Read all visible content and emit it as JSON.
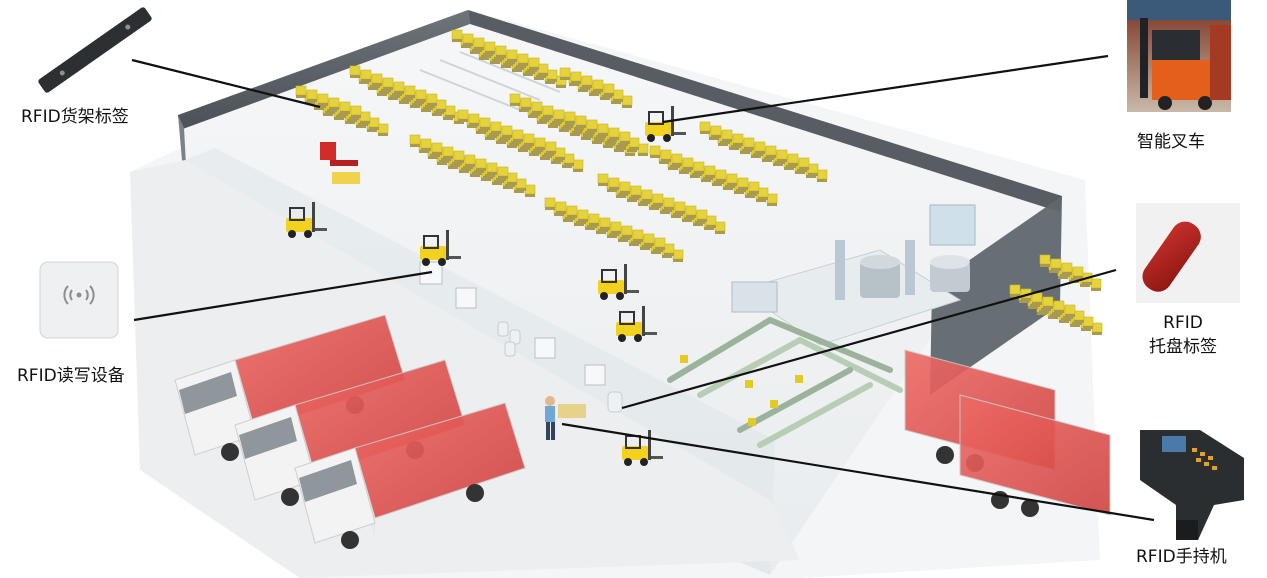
{
  "labels": {
    "shelf_tag": "RFID货架标签",
    "forklift": "智能叉车",
    "reader": "RFID读写设备",
    "pallet_line1": "RFID",
    "pallet_line2": "托盘标签",
    "handheld": "RFID手持机"
  },
  "icons": [
    "shelf-tag-icon",
    "smart-forklift-photo",
    "rfid-reader-icon",
    "pallet-tag-icon",
    "handheld-terminal-icon"
  ],
  "colors": {
    "box": "#e6d23a",
    "box_side": "#c9b424",
    "wall": "#5f666c",
    "floor": "#f1f3f4",
    "truck_cargo": "#e25a57",
    "forklift": "#f2d21c",
    "leader_line": "#111111"
  }
}
